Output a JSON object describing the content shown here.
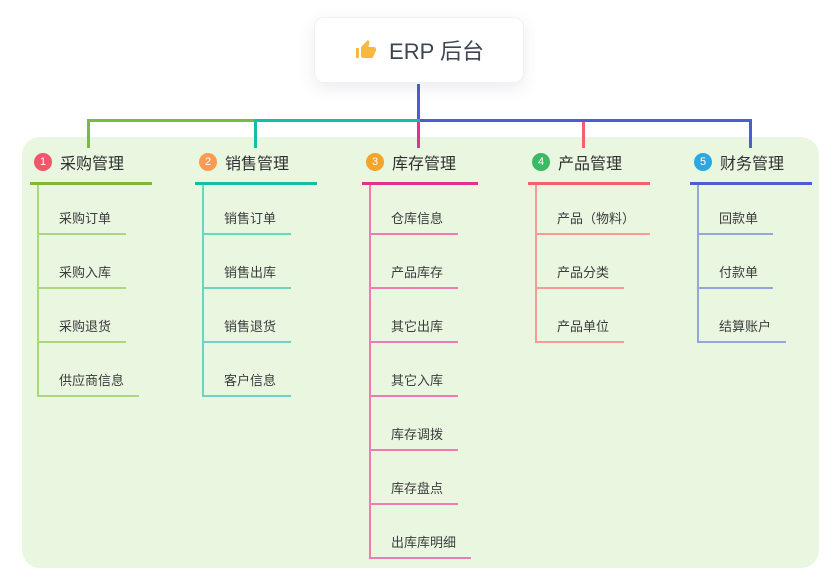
{
  "root": {
    "label": "ERP 后台",
    "icon": "thumb-up-icon",
    "icon_color": "#f6b93b",
    "connector_color": "#4a5ed2"
  },
  "panel": {
    "background": "#e9f6e0"
  },
  "branches": [
    {
      "index": "1",
      "label": "采购管理",
      "badge_color": "#f2566b",
      "line_color": "#7dba3c",
      "sub_line_color": "#abd87f",
      "items": [
        "采购订单",
        "采购入库",
        "采购退货",
        "供应商信息"
      ]
    },
    {
      "index": "2",
      "label": "销售管理",
      "badge_color": "#fc9b50",
      "line_color": "#14bda6",
      "sub_line_color": "#6cd4c2",
      "items": [
        "销售订单",
        "销售出库",
        "销售退货",
        "客户信息"
      ]
    },
    {
      "index": "3",
      "label": "库存管理",
      "badge_color": "#f5a42b",
      "line_color": "#e4308e",
      "sub_line_color": "#f07ab4",
      "items": [
        "仓库信息",
        "产品库存",
        "其它出库",
        "其它入库",
        "库存调拨",
        "库存盘点",
        "出库库明细"
      ]
    },
    {
      "index": "4",
      "label": "产品管理",
      "badge_color": "#3cb964",
      "line_color": "#f6606a",
      "sub_line_color": "#f89a97",
      "items": [
        "产品（物料）",
        "产品分类",
        "产品单位"
      ]
    },
    {
      "index": "5",
      "label": "财务管理",
      "badge_color": "#2ba8df",
      "line_color": "#4a5ed2",
      "sub_line_color": "#93a6de",
      "items": [
        "回款单",
        "付款单",
        "结算账户"
      ]
    }
  ]
}
